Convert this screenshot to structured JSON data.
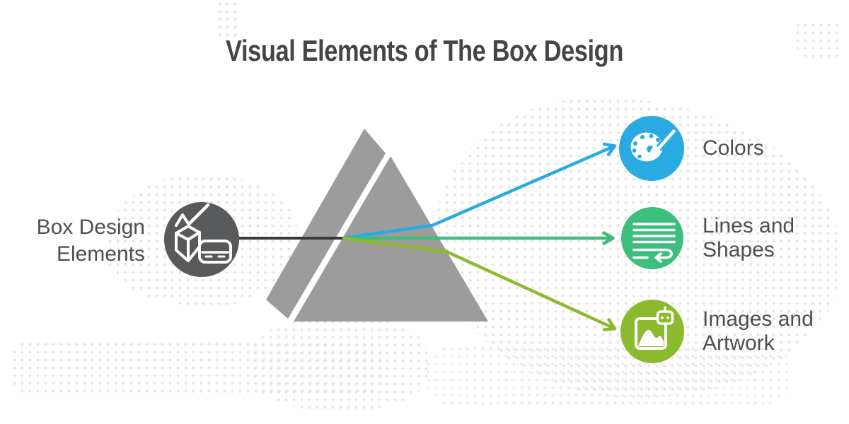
{
  "title": "Visual Elements of The Box Design",
  "title_color": "#454545",
  "label_color": "#4F4F4F",
  "background": {
    "dot_color": "#E9E6E6"
  },
  "prism": {
    "fill": "#9C9C9C"
  },
  "connector_color": "#3A3A3A",
  "source": {
    "label": "Box Design Elements",
    "label_lines": [
      "Box Design",
      "Elements"
    ],
    "color": "#58595B",
    "icon": "box-design-icon"
  },
  "targets": [
    {
      "label": "Colors",
      "label_lines": [
        "Colors",
        ""
      ],
      "color": "#29ABE2",
      "icon": "palette-brush-icon"
    },
    {
      "label": "Lines and Shapes",
      "label_lines": [
        "Lines and",
        "Shapes"
      ],
      "color": "#3CBE7C",
      "icon": "lines-wrap-arrow-icon"
    },
    {
      "label": "Images and Artwork",
      "label_lines": [
        "Images and",
        "Artwork"
      ],
      "color": "#8CBA2F",
      "icon": "image-robot-icon"
    }
  ]
}
